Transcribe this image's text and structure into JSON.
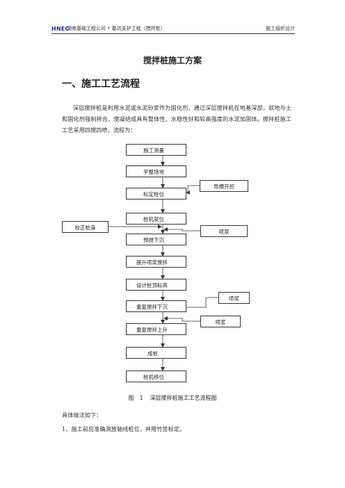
{
  "header": {
    "logo": "HNEC",
    "company": "湖南基础工程公司 • 基坑支护工程（搅拌桩）",
    "doc_type": "施工组织设计"
  },
  "title": "搅拌桩施工方案",
  "section_heading": "一、施工工艺流程",
  "intro": "深层搅拌桩是利用水泥或水泥砂浆作为固化剂，通过深层搅拌机在地基深部，就地与土和固化剂强制拌合，使凝结成具有整体性、水稳性好和较高强度的水泥加固体。搅拌桩施工工艺采用四搅四喷，流程为：",
  "flowchart": {
    "steps": [
      "施工测量",
      "平整场地",
      "标定桩位",
      "桩机就位",
      "预搅下沉",
      "提升喷浆搅拌",
      "设计桩顶标高",
      "重复搅拌下沉",
      "重复搅拌上升",
      "成桩",
      "桩机移位"
    ],
    "side_notes": {
      "trench": "导槽开挖",
      "correct_pile": "校正桩身",
      "spray_1": "喷浆",
      "spray_2": "喷浆",
      "spray_3": "喷浆"
    }
  },
  "caption": {
    "number": "图　1",
    "text": "深层搅拌桩施工工艺流程图"
  },
  "body": {
    "method_intro": "具体做法如下：",
    "item_1": "1、施工前应准确测放轴线桩位，并用竹签标定。"
  }
}
